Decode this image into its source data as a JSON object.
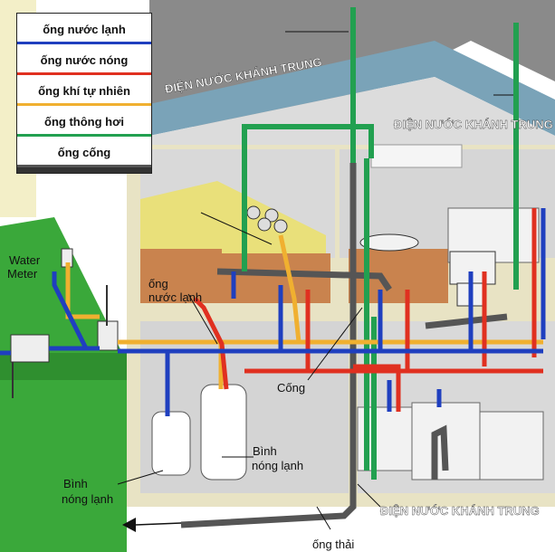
{
  "legend": {
    "items": [
      {
        "label": "ống nước lạnh",
        "color": "#1f3fbf"
      },
      {
        "label": "ống nước nóng",
        "color": "#e03020"
      },
      {
        "label": "ống khí tự nhiên",
        "color": "#f0b030"
      },
      {
        "label": "ống thông hơi",
        "color": "#22a050"
      },
      {
        "label": "ống cống",
        "color": "#555555"
      }
    ]
  },
  "watermarks": {
    "roof": "ĐIỆN NƯỚC KHÁNH TRUNG",
    "right": "ĐIỆN NƯỚC KHÁNH TRUNG",
    "bottom": "ĐIỆN NƯỚC KHÁNH TRUNG"
  },
  "labels": {
    "water_meter_1": "Water",
    "water_meter_2": "Meter",
    "cold_pipe_1": "ống",
    "cold_pipe_2": "nước lạnh",
    "sewer": "Cống",
    "heater_right_1": "Bình",
    "heater_right_2": "nóng lạnh",
    "heater_left_1": "Bình",
    "heater_left_2": "nóng lạnh",
    "waste_pipe": "ống thải"
  },
  "colors": {
    "cold": "#1f3fbf",
    "hot": "#e03020",
    "gas": "#f0b030",
    "vent": "#22a050",
    "sewer": "#555555"
  }
}
